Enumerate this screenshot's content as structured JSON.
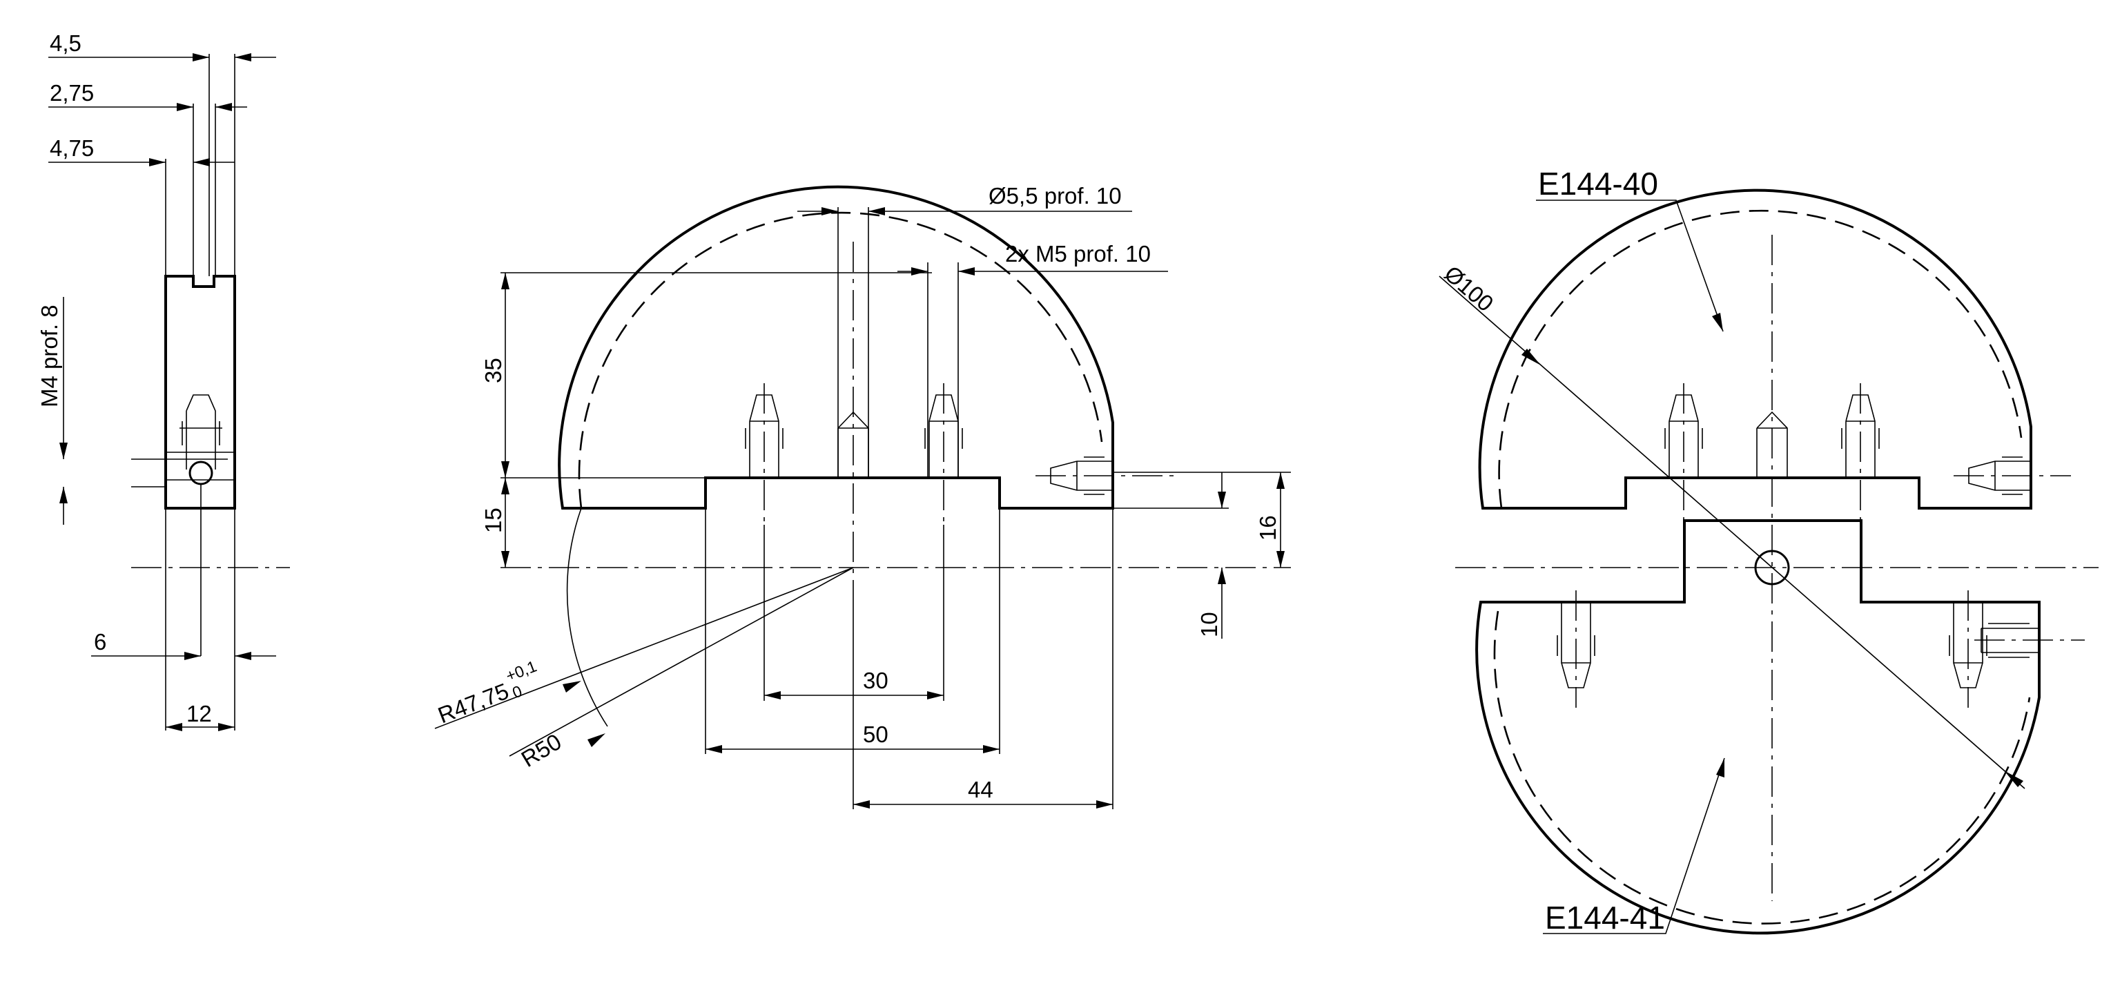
{
  "side_view": {
    "dim_4_5": "4,5",
    "dim_2_75": "2,75",
    "dim_4_75": "4,75",
    "thread_label": "M4 prof. 8",
    "dim_6": "6",
    "dim_12": "12"
  },
  "front_view": {
    "hole_label": "Ø5,5 prof. 10",
    "thread_label": "2x M5 prof. 10",
    "dim_35": "35",
    "dim_15": "15",
    "dim_16": "16",
    "dim_10": "10",
    "dim_30": "30",
    "dim_50": "50",
    "dim_44": "44",
    "radius_inner": "R47,75",
    "radius_inner_tol_upper": "+0,1",
    "radius_inner_tol_lower": "0",
    "radius_outer": "R50"
  },
  "assembly_view": {
    "part_upper": "E144-40",
    "part_lower": "E144-41",
    "diameter_label": "Ø100"
  }
}
